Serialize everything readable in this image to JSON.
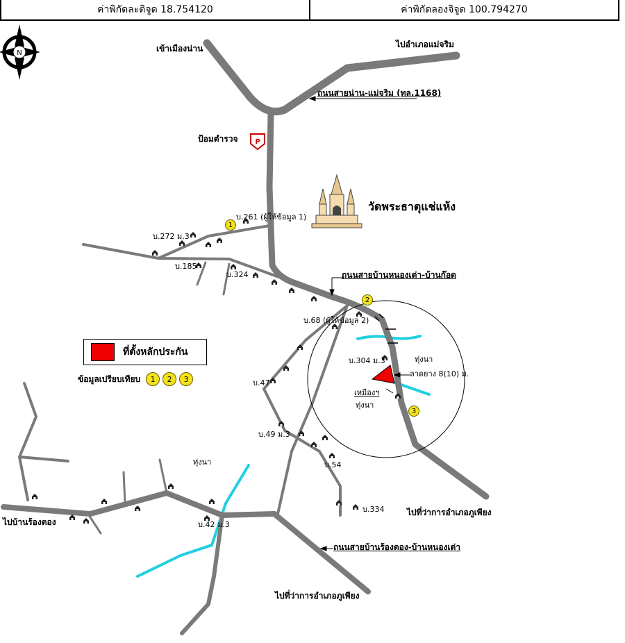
{
  "header": {
    "lat": "ค่าพิกัดละติจูด 18.754120",
    "lon": "ค่าพิกัดลองจิจูด 100.794270"
  },
  "compass": {
    "letter": "N"
  },
  "labels": {
    "to_nan": "เข้าเมืองน่าน",
    "to_mae_charim": "ไปอำเภอแม่จริม",
    "road_1168": "ถนนสายน่าน-แม่จริม (ทล.1168)",
    "police": "ป้อมตำรวจ",
    "police_sign": "P",
    "temple": "วัดพระธาตุแช่แห้ง",
    "h261": "บ.261 (ผู้ให้ข้อมูล 1)",
    "h272": "บ.272 ม.3",
    "h185": "บ.185",
    "h324": "บ.324",
    "road_nongtao_kod": "ถนนสายบ้านหนองเต่า-บ้านก๊อด",
    "h68": "บ.68 (ผู้ให้ข้อมูล 2)",
    "h304": "บ.304 ม.3",
    "field1": "ทุ่งนา",
    "slope": "ลาดยาง 8(10) ม.",
    "ditch": "เหมืองฯ",
    "field2": "ทุ่งนา",
    "h47": "บ.47",
    "h49": "บ.49 ม.3",
    "h54": "บ.54",
    "h334": "บ.334",
    "field3": "ทุ่งนา",
    "h42": "บ.42 ม.3",
    "to_rongtong": "ไปบ้านร้องตอง",
    "to_phu_phiang_1": "ไปที่ว่าการอำเภอภูเพียง",
    "road_rongtong_nongtao": "ถนนสายบ้านร้องตอง-บ้านหนองเต่า",
    "to_phu_phiang_2": "ไปที่ว่าการอำเภอภูเพียง"
  },
  "markers": {
    "m1": "1",
    "m2": "2",
    "m3": "3"
  },
  "legend": {
    "site": "ที่ตั้งหลักประกัน",
    "compare": "ข้อมูลเปรียบเทียบ",
    "nums": [
      "1",
      "2",
      "3"
    ]
  },
  "colors": {
    "road": "#7a7a7a",
    "water": "#20d0e0",
    "site": "#ee0000",
    "marker": "#f4e21a"
  }
}
